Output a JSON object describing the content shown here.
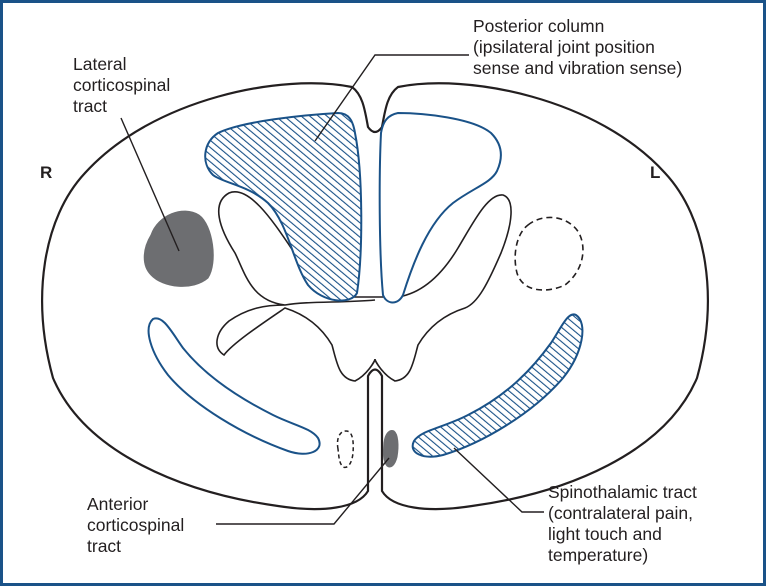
{
  "colors": {
    "frame": "#1a5288",
    "tract_outline": "#1a5288",
    "hatch": "#1a5288",
    "lesion_fill": "#6d6e71",
    "line": "#231f20"
  },
  "side_labels": {
    "right": "R",
    "left": "L"
  },
  "labels": {
    "lateral_corticospinal": [
      "Lateral",
      "corticospinal",
      "tract"
    ],
    "posterior_column": [
      "Posterior column",
      "(ipsilateral joint position",
      "sense and vibration sense)"
    ],
    "anterior_corticospinal": [
      "Anterior",
      "corticospinal",
      "tract"
    ],
    "spinothalamic": [
      "Spinothalamic tract",
      "(contralateral pain,",
      "light touch and",
      "temperature)"
    ]
  }
}
